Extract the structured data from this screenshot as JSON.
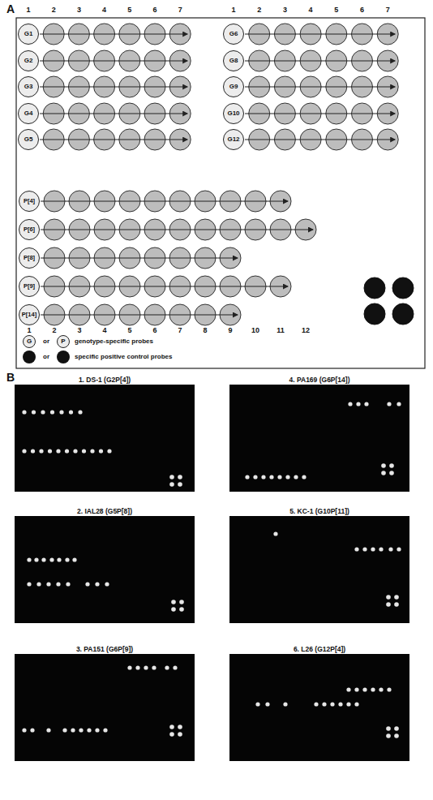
{
  "diagram": {
    "nodes": [
      {
        "text": [
          "G1"
        ]
      },
      {
        "text": [
          "G6"
        ]
      },
      {
        "text": [
          "G2"
        ]
      },
      {
        "text": [
          "G8"
        ]
      },
      {
        "text": [
          "G3"
        ]
      },
      {
        "text": [
          "G9"
        ]
      },
      {
        "text": [
          "G4"
        ]
      },
      {
        "text": [
          "G10"
        ]
      },
      {
        "text": [
          "G5"
        ]
      },
      {
        "text": [
          "G12"
        ]
      },
      {
        "text": [
          "P[4]"
        ]
      },
      {
        "text": [
          "P[6]"
        ]
      },
      {
        "text": [
          "P[8]"
        ]
      },
      {
        "text": [
          "P[9]"
        ]
      },
      {
        "text": [
          "P[14]"
        ]
      },
      {
        "text": [
          "G"
        ]
      },
      {
        "text": [
          "P"
        ]
      },
      {
        "text": [
          "1. DS-1 (G2P[4])"
        ]
      },
      {
        "text": [
          "2. IAL28 (G5P[8])"
        ]
      },
      {
        "text": [
          "3. PA151 (G6P[9])"
        ]
      },
      {
        "text": [
          "4. PA169 (G6P[14])"
        ]
      },
      {
        "text": [
          "5. KC-1 (G10P[11])"
        ]
      },
      {
        "text": [
          "6. L26 (G12P[4])"
        ]
      }
    ],
    "labels": [
      "A",
      "1",
      "2",
      "3",
      "4",
      "5",
      "6",
      "7",
      "1",
      "2",
      "3",
      "4",
      "5",
      "6",
      "7",
      "1",
      "2",
      "3",
      "4",
      "5",
      "6",
      "7",
      "8",
      "9",
      "10",
      "11",
      "12",
      "or",
      "or",
      "B"
    ],
    "legend": [
      {
        "text": "genotype-specific probes"
      },
      {
        "text": "specific positive control probes"
      }
    ]
  }
}
